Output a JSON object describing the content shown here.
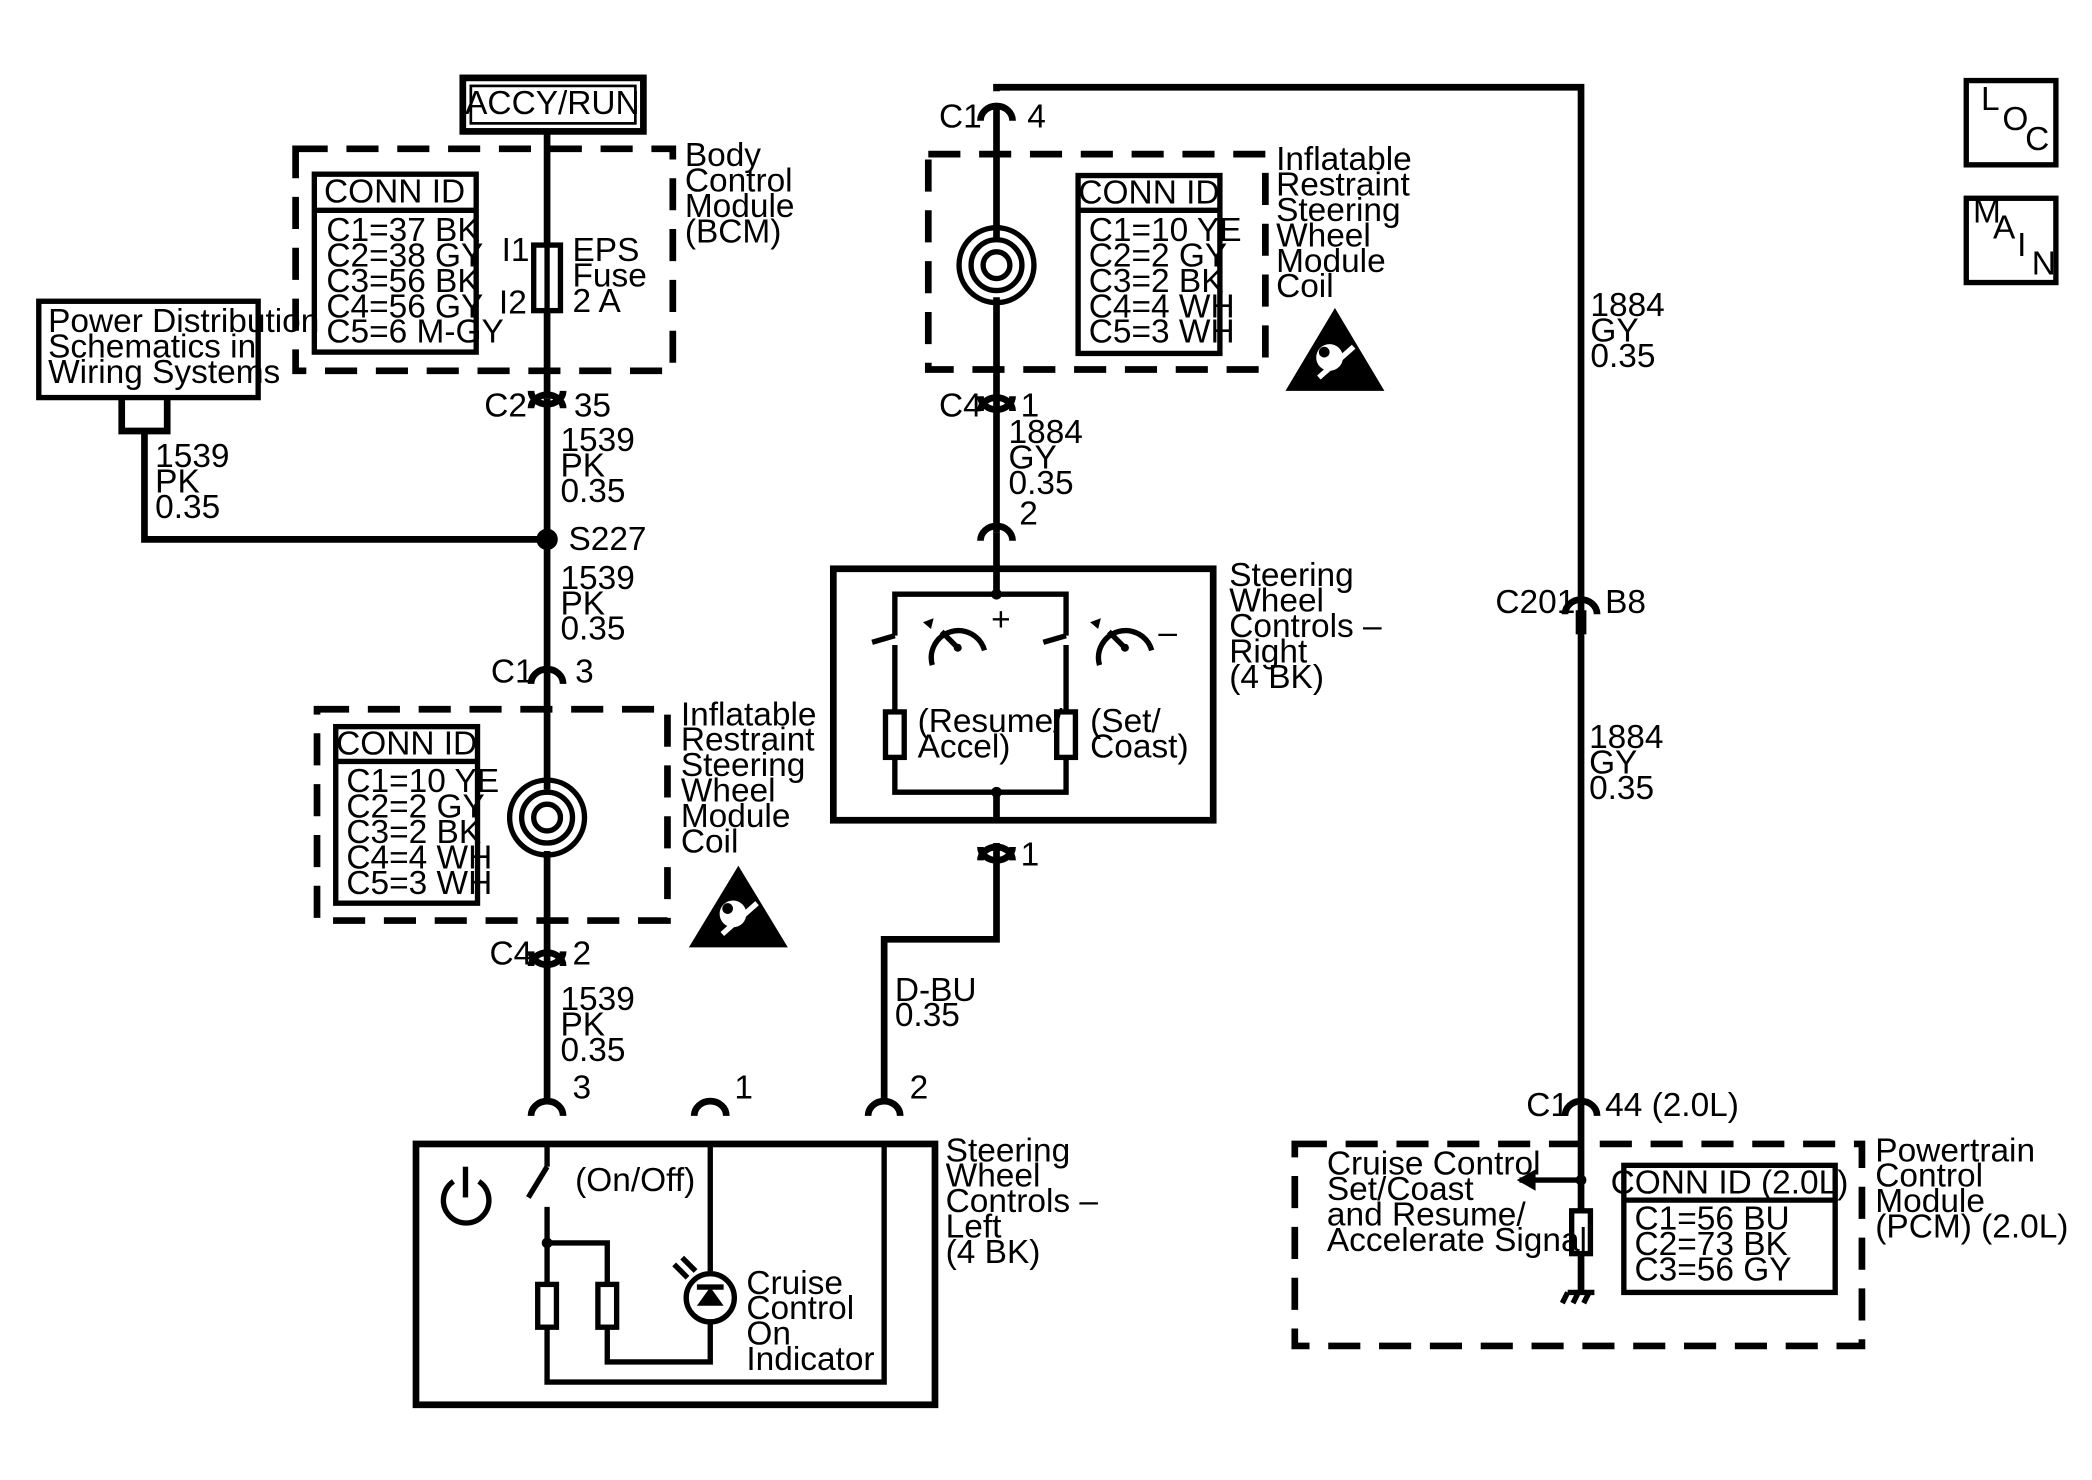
{
  "power_source": "ACCY/RUN",
  "nav_buttons": [
    {
      "letters": [
        "L",
        "O",
        "C"
      ]
    },
    {
      "letters": [
        "M",
        "A",
        "I",
        "N"
      ]
    }
  ],
  "bcm": {
    "label": [
      "Body",
      "Control",
      "Module",
      "(BCM)"
    ],
    "conn_title": "CONN ID",
    "conn": [
      "C1=37 BK",
      "C2=38 GY",
      "C3=56 BK",
      "C4=56 GY",
      "C5=6 M-GY"
    ],
    "fuse": [
      "EPS",
      "Fuse",
      "2 A"
    ],
    "pin_in": "I1",
    "pin_out": "I2"
  },
  "power_dist": [
    "Power Distribution",
    "Schematics in",
    "Wiring Systems"
  ],
  "splice": "S227",
  "coil_left": {
    "label": [
      "Inflatable",
      "Restraint",
      "Steering",
      "Wheel",
      "Module",
      "Coil"
    ],
    "conn_title": "CONN ID",
    "conn": [
      "C1=10 YE",
      "C2=2 GY",
      "C3=2 BK",
      "C4=4 WH",
      "C5=3 WH"
    ]
  },
  "coil_right": {
    "label": [
      "Inflatable",
      "Restraint",
      "Steering",
      "Wheel",
      "Module",
      "Coil"
    ],
    "conn_title": "CONN ID",
    "conn": [
      "C1=10 YE",
      "C2=2 GY",
      "C3=2 BK",
      "C4=4 WH",
      "C5=3 WH"
    ]
  },
  "swc_right": {
    "label": [
      "Steering",
      "Wheel",
      "Controls –",
      "Right",
      "(4 BK)"
    ],
    "resume": [
      "(Resume/",
      "Accel)"
    ],
    "set": [
      "(Set/",
      "Coast)"
    ],
    "plus": "+",
    "minus": "–"
  },
  "swc_left": {
    "label": [
      "Steering",
      "Wheel",
      "Controls –",
      "Left",
      "(4 BK)"
    ],
    "onoff": "(On/Off)",
    "indicator": [
      "Cruise",
      "Control",
      "On",
      "Indicator"
    ]
  },
  "pcm": {
    "label": [
      "Powertrain",
      "Control",
      "Module",
      "(PCM) (2.0L)"
    ],
    "conn_title": "CONN ID (2.0L)",
    "conn": [
      "C1=56 BU",
      "C2=73 BK",
      "C3=56 GY"
    ],
    "signal": [
      "Cruise Control",
      "Set/Coast",
      "and Resume/",
      "Accelerate Signal"
    ]
  },
  "connectors": [
    {
      "name": "C2",
      "pin": "35"
    },
    {
      "name": "C1",
      "pin": "3"
    },
    {
      "name": "C4",
      "pin": "2"
    },
    {
      "name": "",
      "pin": "3"
    },
    {
      "name": "",
      "pin": "1"
    },
    {
      "name": "",
      "pin": "2"
    },
    {
      "name": "C1",
      "pin": "4"
    },
    {
      "name": "C4",
      "pin": "1"
    },
    {
      "name": "",
      "pin": "2"
    },
    {
      "name": "",
      "pin": "1"
    },
    {
      "name": "C201",
      "pin": "B8"
    },
    {
      "name": "C1",
      "pin": "44 (2.0L)"
    }
  ],
  "wires": [
    {
      "circuit": "1539",
      "color": "PK",
      "gauge": "0.35"
    },
    {
      "circuit": "1539",
      "color": "PK",
      "gauge": "0.35"
    },
    {
      "circuit": "1539",
      "color": "PK",
      "gauge": "0.35"
    },
    {
      "circuit": "1539",
      "color": "PK",
      "gauge": "0.35"
    },
    {
      "circuit": "1884",
      "color": "GY",
      "gauge": "0.35"
    },
    {
      "circuit": "1884",
      "color": "GY",
      "gauge": "0.35"
    },
    {
      "circuit": "1884",
      "color": "GY",
      "gauge": "0.35"
    },
    {
      "circuit": "",
      "color": "D-BU",
      "gauge": "0.35"
    }
  ]
}
